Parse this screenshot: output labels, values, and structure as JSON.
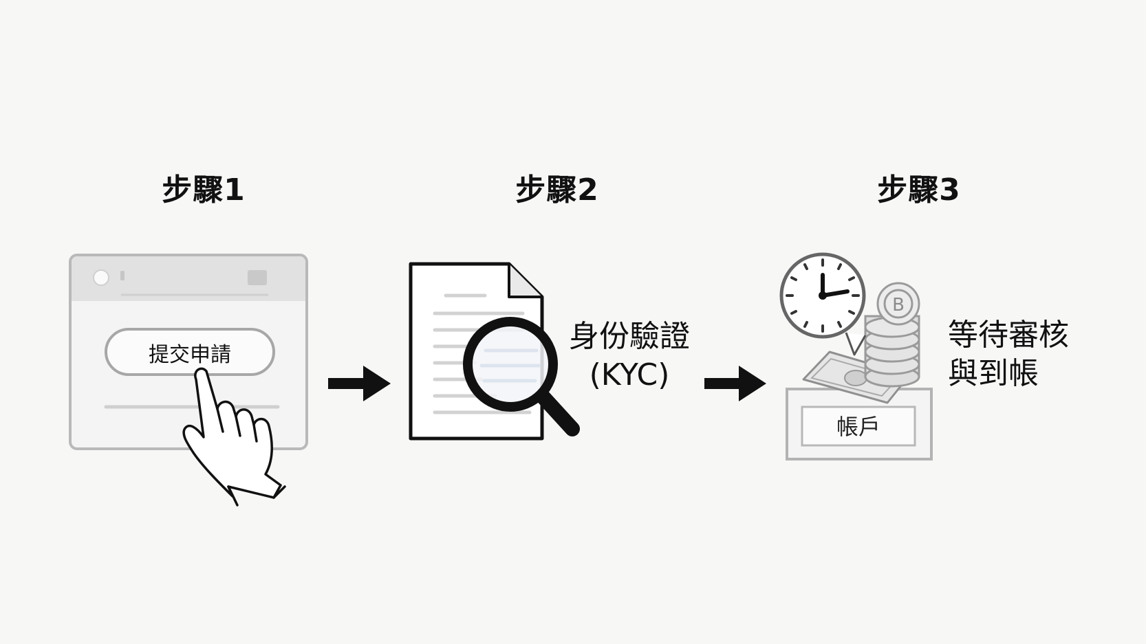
{
  "steps": [
    {
      "title": "步驟1",
      "button_label": "提交申請"
    },
    {
      "title": "步驟2",
      "label_line1": "身份驗證",
      "label_line2": "(KYC)"
    },
    {
      "title": "步驟3",
      "label_line1": "等待審核",
      "label_line2": "與到帳",
      "account_label": "帳戶"
    }
  ],
  "icons": {
    "step1": [
      "browser-window-icon",
      "pointing-hand-icon"
    ],
    "step2": [
      "document-icon",
      "magnifier-icon"
    ],
    "step3": [
      "clock-icon",
      "coin-stack-icon",
      "banknote-icon",
      "account-box-icon"
    ],
    "connectors": [
      "arrow-right-icon",
      "arrow-right-icon"
    ]
  },
  "colors": {
    "ink": "#111111",
    "gray_line": "#a9a9a9",
    "light_gray": "#d6d6d6"
  }
}
